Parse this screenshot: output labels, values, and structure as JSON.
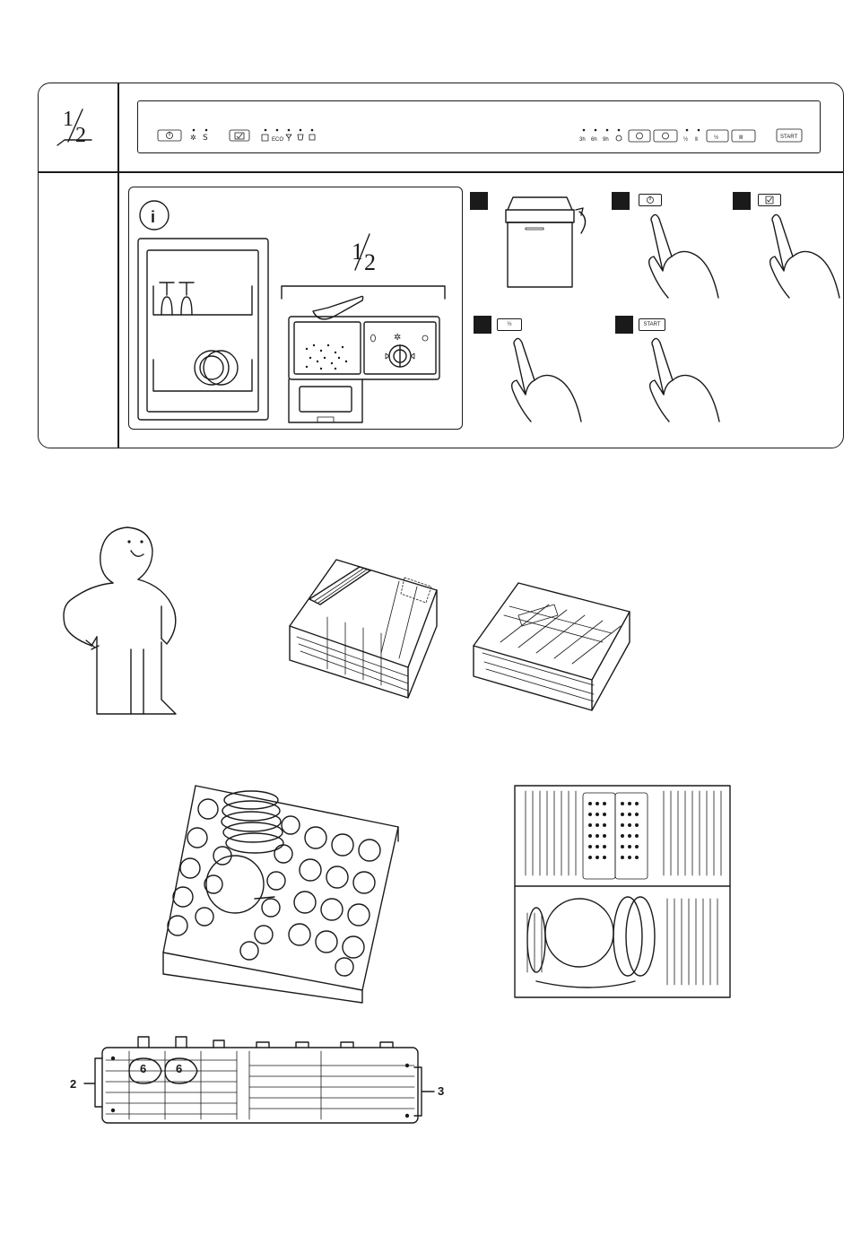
{
  "section_symbol": "½",
  "control_panel": {
    "left_buttons": [
      "power-icon",
      "snowflake-icon",
      "salt-icon",
      "program-icon"
    ],
    "eco_label": "ECO",
    "delay_labels": [
      "3h",
      "6h",
      "9h"
    ],
    "half_load_label": "½",
    "start_label": "START"
  },
  "info_icon": "i",
  "dispenser_fraction": "½",
  "steps": [
    {
      "button_icon": "door-close-icon"
    },
    {
      "button_icon": "power-icon"
    },
    {
      "button_icon": "program-icon"
    },
    {
      "button_label": "½"
    },
    {
      "button_label": "START"
    }
  ],
  "callouts": {
    "left_number": "2",
    "right_number": "3",
    "badge_a": "6",
    "badge_b": "6"
  }
}
